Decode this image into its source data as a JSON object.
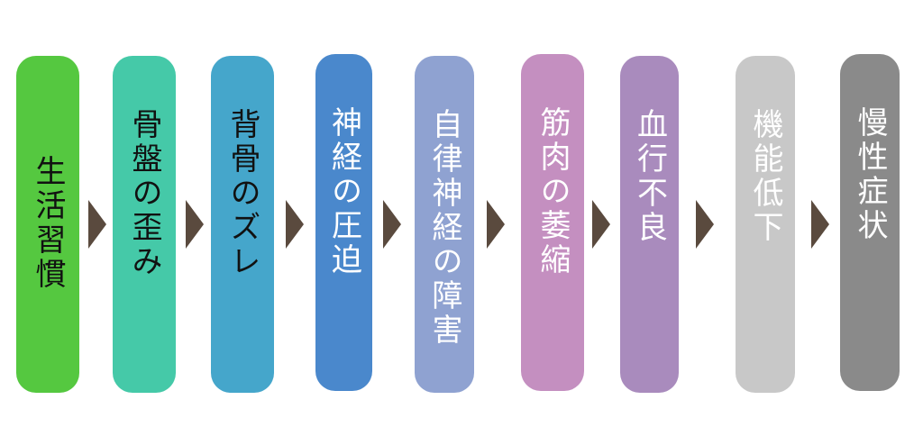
{
  "steps": [
    {
      "label": "生活習慣",
      "color": "#55c840",
      "text_color": "#111111"
    },
    {
      "label": "骨盤の歪み",
      "color": "#45c9a8",
      "text_color": "#111111"
    },
    {
      "label": "背骨のズレ",
      "color": "#45a6cb",
      "text_color": "#111111"
    },
    {
      "label": "神経の圧迫",
      "color": "#4a88cc",
      "text_color": "#ffffff"
    },
    {
      "label": "自律神経の障害",
      "color": "#8fa2d1",
      "text_color": "#ffffff"
    },
    {
      "label": "筋肉の萎縮",
      "color": "#c48fc0",
      "text_color": "#ffffff"
    },
    {
      "label": "血行不良",
      "color": "#a98bbd",
      "text_color": "#ffffff"
    },
    {
      "label": "機能低下",
      "color": "#c8c8c8",
      "text_color": "#ffffff"
    },
    {
      "label": "慢性症状",
      "color": "#8a8a8a",
      "text_color": "#ffffff"
    }
  ],
  "arrow_color": "#5a4a3e"
}
